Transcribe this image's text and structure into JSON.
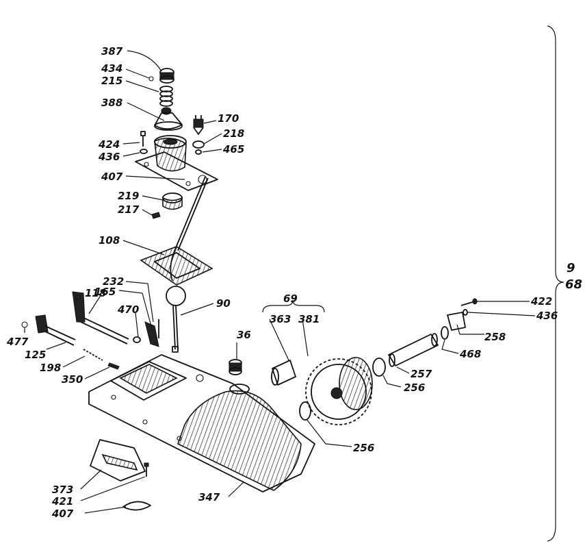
{
  "group": {
    "top": "9",
    "bottom": "68"
  },
  "subgroup": {
    "label": "69",
    "parts": [
      "363",
      "381"
    ]
  },
  "callouts": [
    "387",
    "434",
    "215",
    "388",
    "170",
    "218",
    "465",
    "424",
    "436",
    "407",
    "219",
    "217",
    "108",
    "232",
    "165",
    "118",
    "470",
    "90",
    "477",
    "125",
    "198",
    "350",
    "36",
    "422",
    "436",
    "258",
    "468",
    "257",
    "256",
    "256",
    "373",
    "421",
    "407",
    "347"
  ]
}
